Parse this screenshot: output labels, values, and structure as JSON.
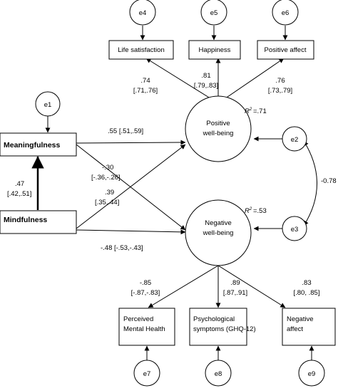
{
  "errors": {
    "e1": "e1",
    "e2": "e2",
    "e3": "e3",
    "e4": "e4",
    "e5": "e5",
    "e6": "e6",
    "e7": "e7",
    "e8": "e8",
    "e9": "e9"
  },
  "observed": {
    "life_satisfaction": "Life satisfaction",
    "happiness": "Happiness",
    "positive_affect": "Positive affect",
    "meaningfulness": "Meaningfulness",
    "mindfulness": "Mindfulness",
    "perceived_mental_health_1": "Perceived",
    "perceived_mental_health_2": "Mental Health",
    "psych_symptoms_1": "Psychological",
    "psych_symptoms_2": "symptoms (GHQ-12)",
    "negative_affect_1": "Negative",
    "negative_affect_2": "affect"
  },
  "latent": {
    "positive_1": "Positive",
    "positive_2": "well-being",
    "negative_1": "Negative",
    "negative_2": "well-being"
  },
  "r2": {
    "positive": "=.71",
    "negative": "=.53"
  },
  "paths": {
    "life_sat_coef": ".74",
    "life_sat_ci": "[.71,.76]",
    "happiness_coef": ".81",
    "happiness_ci": "[.79,.83]",
    "pos_affect_coef": ".76",
    "pos_affect_ci": "[.73,.79]",
    "mean_pos": ".55 [.51,.59]",
    "mean_neg_coef": "-.30",
    "mean_neg_ci": "[-.36,-.26]",
    "mind_pos_coef": ".39",
    "mind_pos_ci": "[.35,.44]",
    "mind_neg": "-.48 [-.53,-.43]",
    "mind_mean_coef": ".47",
    "mind_mean_ci": "[.42,.51]",
    "error_cov": "-0.78",
    "pmh_coef": "-.85",
    "pmh_ci": "[-.87,-.83]",
    "psych_coef": ".89",
    "psych_ci": "[.87,.91]",
    "neg_affect_coef": ".83",
    "neg_affect_ci": "[.80, .85]"
  }
}
